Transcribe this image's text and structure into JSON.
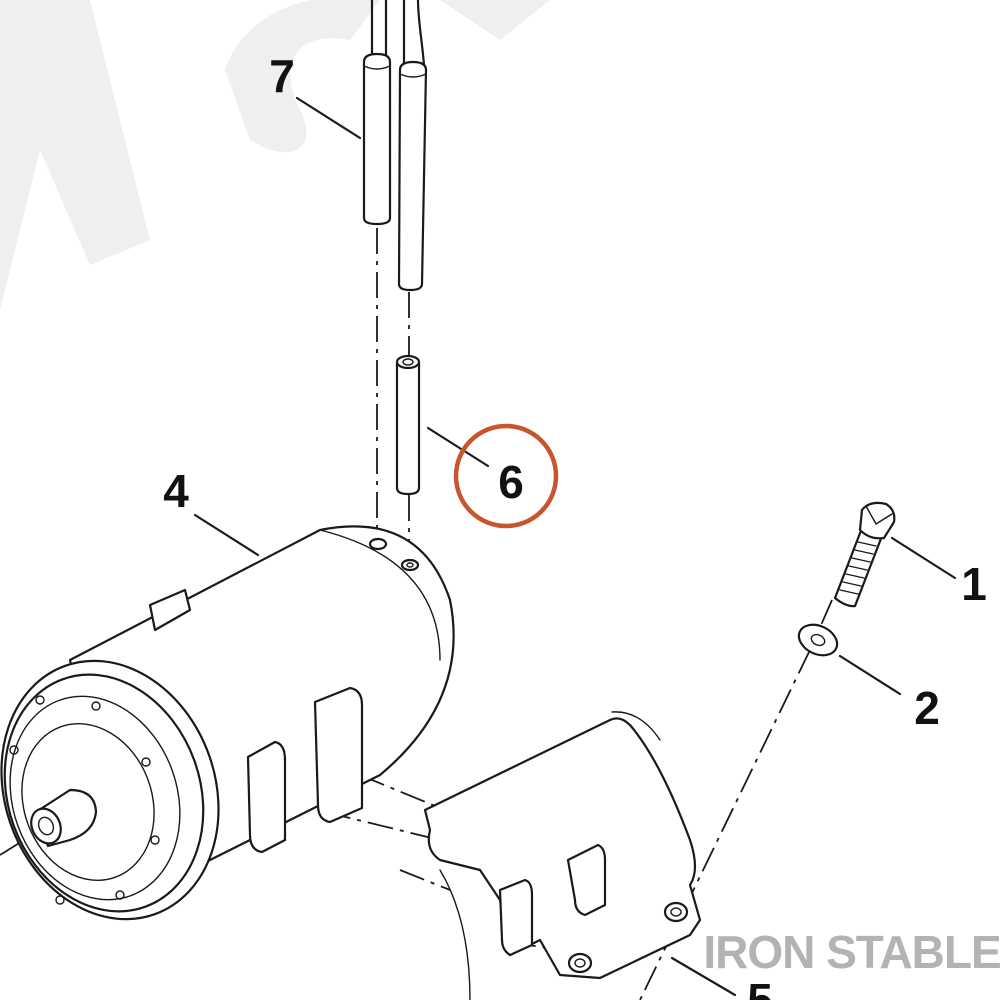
{
  "callouts": {
    "c1": "1",
    "c2": "2",
    "c4": "4",
    "c5": "5",
    "c6": "6",
    "c7": "7"
  },
  "highlighted_callout": "6",
  "watermark": {
    "text": "IRON STABLE"
  },
  "colors": {
    "line": "#1a1a1a",
    "highlight_circle": "#c8552d",
    "watermark_text": "#b3b3b3",
    "watermark_shape": "#efefef"
  },
  "icons": {
    "bolt": "hex-bolt-icon",
    "washer": "flat-washer-icon",
    "motor": "electric-motor-icon",
    "bracket": "mounting-bracket-icon",
    "sleeve": "insulating-sleeve-icon",
    "wires": "lead-wires-icon"
  }
}
